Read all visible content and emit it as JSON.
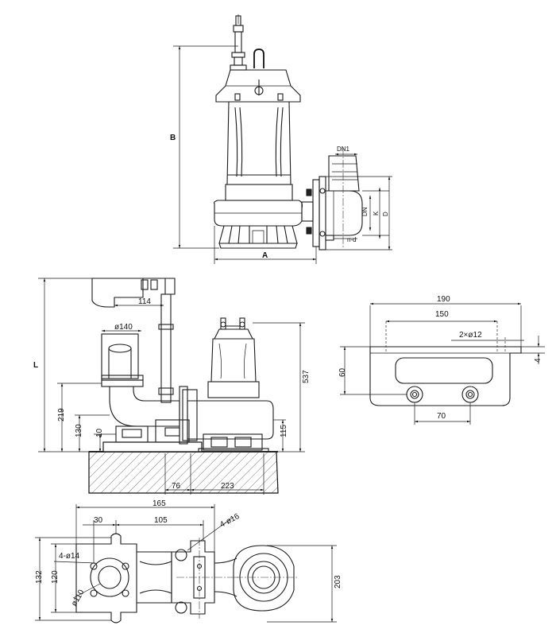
{
  "view1": {
    "labels": {
      "height": "B",
      "width": "A",
      "outlet": "DN1",
      "dn": "DN",
      "k": "K",
      "d": "D",
      "holes": "n-d"
    }
  },
  "view2": {
    "dims": {
      "L": "L",
      "d114": "114",
      "d140": "ø140",
      "d537": "537",
      "d219": "219",
      "d130": "130",
      "d10": "10",
      "d115": "115",
      "d76": "76",
      "d223": "223"
    }
  },
  "view3": {
    "dims": {
      "d190": "190",
      "d150": "150",
      "holes": "2×ø12",
      "d60": "60",
      "d4": "4",
      "d70": "70"
    }
  },
  "view4": {
    "dims": {
      "d165": "165",
      "d30": "30",
      "d105": "105",
      "holes16": "4-ø16",
      "holes14": "4-ø14",
      "d132": "132",
      "d120": "120",
      "d110": "ø110",
      "d203": "203"
    }
  }
}
